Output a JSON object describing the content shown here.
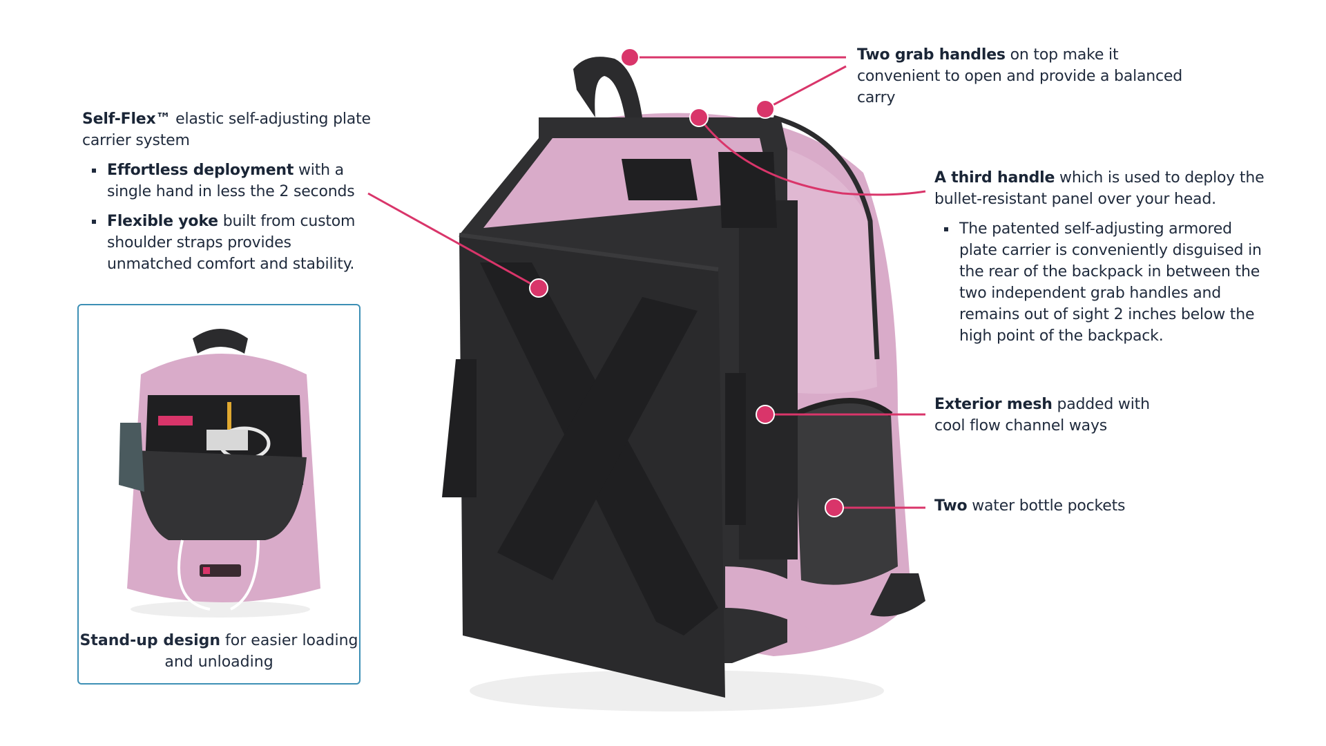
{
  "colors": {
    "accent": "#d9356a",
    "text": "#1f2a3c",
    "inset_border": "#3c8fb5",
    "bag_pink": "#d8a8c8",
    "bag_black": "#2b2b2d"
  },
  "left_callout": {
    "bold": "Self-Flex™",
    "text": " elastic self-adjusting plate carrier system",
    "bullets": [
      {
        "bold": "Effortless deployment",
        "text": " with a single hand in less the 2 seconds"
      },
      {
        "bold": "Flexible yoke",
        "text": " built from custom shoulder straps provides unmatched comfort and stability."
      }
    ]
  },
  "inset": {
    "caption_bold": "Stand-up design",
    "caption_text": " for easier loading and unloading"
  },
  "callouts": {
    "grab_handles": {
      "bold": "Two grab handles",
      "text": " on top make it convenient to open and provide a balanced carry"
    },
    "third_handle": {
      "bold": "A third handle",
      "text": " which is used to deploy the bullet-resistant panel over your head.",
      "bullet": "The patented self-adjusting armored plate carrier is conveniently disguised in the rear of the backpack in between the two independent grab handles and remains out of sight 2 inches below the high point of the backpack."
    },
    "mesh": {
      "bold": "Exterior mesh",
      "text": " padded with cool flow channel ways"
    },
    "bottles": {
      "bold": "Two",
      "text": " water bottle pockets"
    }
  },
  "icons": {
    "main_image": "backpack-rear-view-illustration",
    "inset_image": "backpack-open-interior-illustration"
  }
}
